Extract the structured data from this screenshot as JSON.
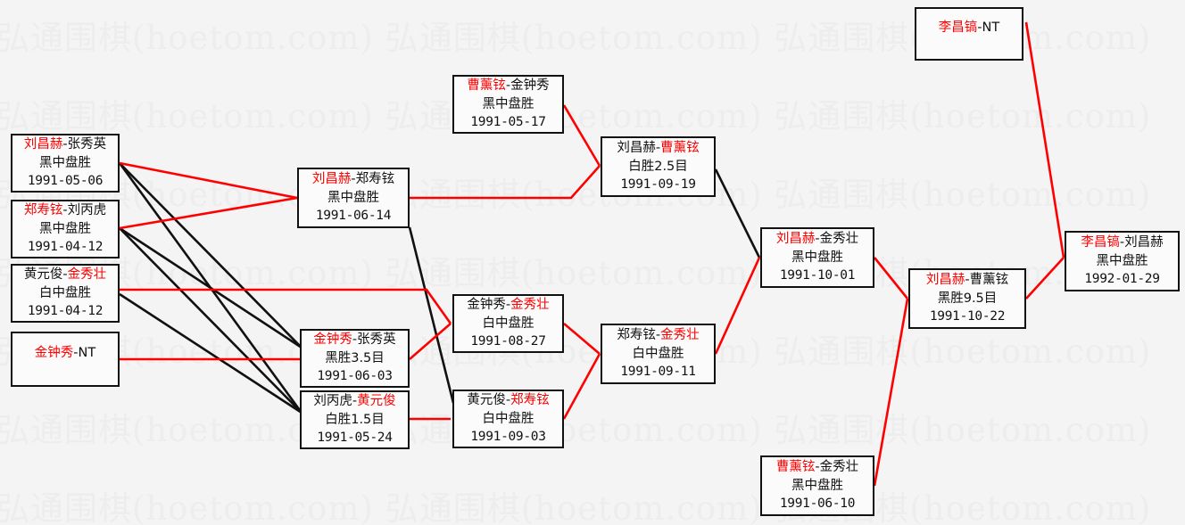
{
  "meta": {
    "watermark_text": "弘通围棋(hoetom.com)",
    "watermark_color": "#ededed",
    "background_color": "#f4f4f4",
    "winner_color": "#ff0000",
    "loser_color": "#111111",
    "box_border_color": "#111111",
    "box_fill_color": "#fbfbfb",
    "diagram_type": "single-elimination-tournament-bracket",
    "separator": "-"
  },
  "matches": [
    {
      "id": "r1-m1",
      "winner": "刘昌赫",
      "loser": "张秀英",
      "result": "黑中盘胜",
      "date": "1991-05-06",
      "winner_side": "left"
    },
    {
      "id": "r1-m2",
      "winner": "郑寿铉",
      "loser": "刘丙虎",
      "result": "黑中盘胜",
      "date": "1991-04-12",
      "winner_side": "left"
    },
    {
      "id": "r1-m3",
      "winner": "金秀壮",
      "loser": "黄元俊",
      "result": "白中盘胜",
      "date": "1991-04-12",
      "winner_side": "right"
    },
    {
      "id": "r1-m4",
      "winner": "金钟秀",
      "loser": "NT",
      "result": "",
      "date": "",
      "winner_side": "left",
      "is_bye": true
    },
    {
      "id": "r2-m1",
      "winner": "刘昌赫",
      "loser": "郑寿铉",
      "result": "黑中盘胜",
      "date": "1991-06-14",
      "winner_side": "left"
    },
    {
      "id": "r2-m2",
      "winner": "金钟秀",
      "loser": "张秀英",
      "result": "黑胜3.5目",
      "date": "1991-06-03",
      "winner_side": "left"
    },
    {
      "id": "r2-m3",
      "winner": "黄元俊",
      "loser": "刘丙虎",
      "result": "白胜1.5目",
      "date": "1991-05-24",
      "winner_side": "right"
    },
    {
      "id": "r3-m1",
      "winner": "曹薰铉",
      "loser": "金钟秀",
      "result": "黑中盘胜",
      "date": "1991-05-17",
      "winner_side": "left"
    },
    {
      "id": "r3-m2",
      "winner": "金秀壮",
      "loser": "金钟秀",
      "result": "白中盘胜",
      "date": "1991-08-27",
      "winner_side": "right"
    },
    {
      "id": "r3-m3",
      "winner": "郑寿铉",
      "loser": "黄元俊",
      "result": "白中盘胜",
      "date": "1991-09-03",
      "winner_side": "right"
    },
    {
      "id": "r4-m1",
      "winner": "曹薰铉",
      "loser": "刘昌赫",
      "result": "白胜2.5目",
      "date": "1991-09-19",
      "winner_side": "right"
    },
    {
      "id": "r4-m2",
      "winner": "金秀壮",
      "loser": "郑寿铉",
      "result": "白中盘胜",
      "date": "1991-09-11",
      "winner_side": "right"
    },
    {
      "id": "r5-m1",
      "winner": "刘昌赫",
      "loser": "金秀壮",
      "result": "黑中盘胜",
      "date": "1991-10-01",
      "winner_side": "left"
    },
    {
      "id": "r5-m2",
      "winner": "曹薰铉",
      "loser": "金秀壮",
      "result": "黑中盘胜",
      "date": "1991-06-10",
      "winner_side": "left"
    },
    {
      "id": "r6-m1",
      "winner": "刘昌赫",
      "loser": "曹薰铉",
      "result": "黑胜9.5目",
      "date": "1991-10-22",
      "winner_side": "left"
    },
    {
      "id": "r6-m2",
      "winner": "李昌镐",
      "loser": "NT",
      "result": "",
      "date": "",
      "winner_side": "left",
      "is_bye": true
    },
    {
      "id": "final",
      "winner": "李昌镐",
      "loser": "刘昌赫",
      "result": "黑中盘胜",
      "date": "1992-01-29",
      "winner_side": "left"
    }
  ]
}
